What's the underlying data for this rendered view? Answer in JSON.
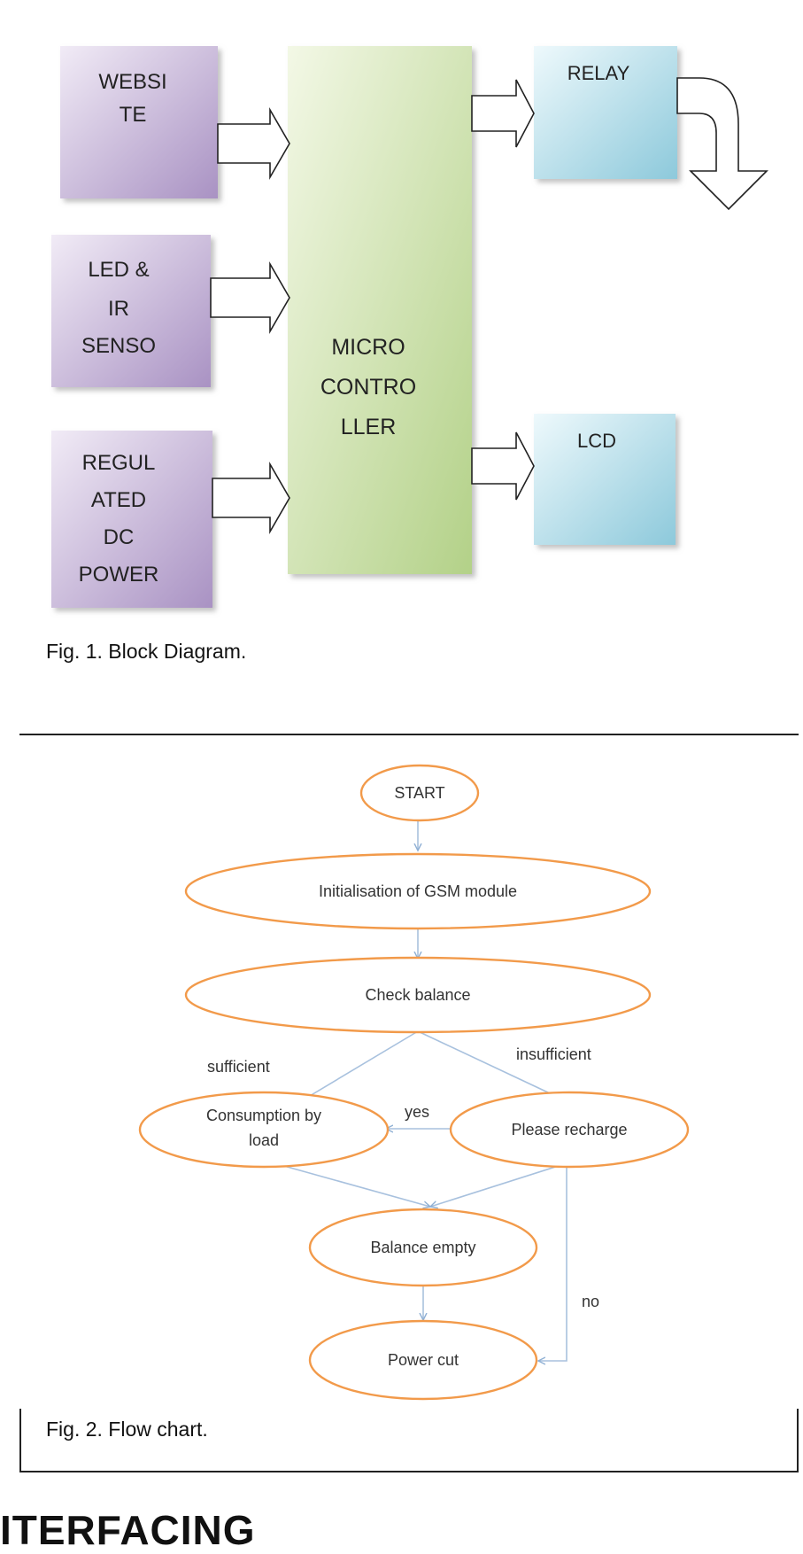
{
  "figure1": {
    "blocks": {
      "website": [
        "WEBSI",
        "TE"
      ],
      "led_ir": [
        "LED &",
        "IR",
        "SENSO"
      ],
      "power": [
        "REGUL",
        "ATED",
        "DC",
        "POWER"
      ],
      "micro": [
        "MICRO",
        "CONTRO",
        "LLER"
      ],
      "relay": [
        "RELAY"
      ],
      "lcd": [
        "LCD"
      ]
    },
    "caption": "Fig. 1. Block Diagram."
  },
  "figure2": {
    "nodes": {
      "start": [
        "START"
      ],
      "init": [
        "Initialisation of GSM module"
      ],
      "check": [
        "Check balance"
      ],
      "consumption": [
        "Consumption by",
        "load"
      ],
      "recharge": [
        "Please recharge"
      ],
      "empty": [
        "Balance empty"
      ],
      "powercut": [
        "Power cut"
      ]
    },
    "labels": {
      "sufficient": "sufficient",
      "insufficient": "insufficient",
      "yes": "yes",
      "no": "no"
    },
    "caption": "Fig. 2. Flow chart."
  },
  "heading": "ITERFACING",
  "colors": {
    "purple_light": "#ece4f2",
    "purple_dark": "#a48fbe",
    "green_light": "#eef5df",
    "green_dark": "#b8d48e",
    "blue_light": "#e8f6fa",
    "blue_dark": "#8fcbdc",
    "ellipse_stroke": "#f29a4a",
    "flow_arrow": "#9ab6d6"
  }
}
